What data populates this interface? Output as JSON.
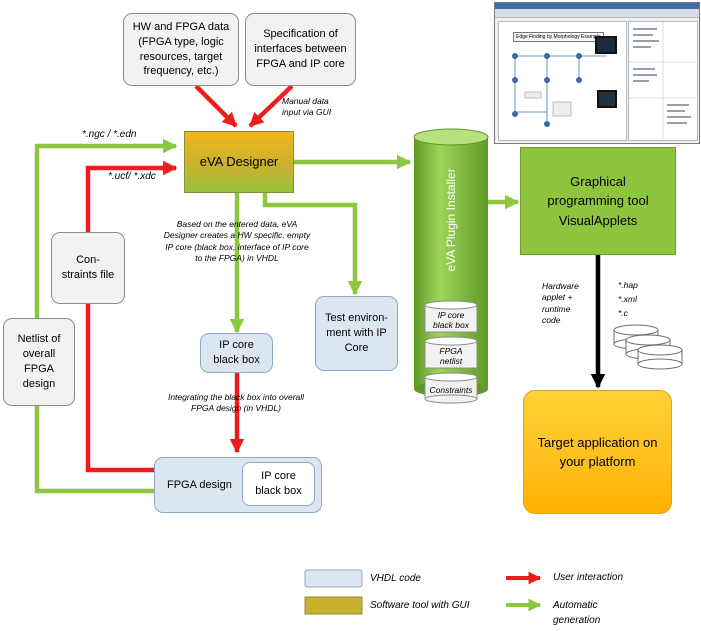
{
  "boxes": {
    "hw_fpga_data": "HW and FPGA data (FPGA type, logic resources, target frequency, etc.)",
    "interface_spec": "Specification of interfaces between FPGA and IP core",
    "eva_designer": "eVA Designer",
    "constraints_file": "Con-straints file",
    "netlist": "Netlist of overall FPGA design",
    "ip_core_black_box": "IP core black box",
    "test_environment": "Test environ-ment with IP Core",
    "fpga_design": "FPGA design",
    "fpga_design_inner": "IP core black box",
    "visualapplets": "Graphical programming tool VisualApplets",
    "target_application": "Target application on your platform"
  },
  "cylinder": {
    "title": "eVA Plugin Installer",
    "items": [
      "IP core black box",
      "FPGA netlist",
      "Constraints"
    ]
  },
  "notes": {
    "manual_input": "Manual data input via GUI",
    "ngc_edn": "*.ngc / *.edn",
    "ucf_xdc": "*.ucf/ *.xdc",
    "designer_creates": "Based on the entered data, eVA Designer creates a HW specific, empty IP core (black box, interface of IP core to the FPGA) in VHDL",
    "integrating": "Integrating the black box into overall FPGA design (in VHDL)",
    "hardware_applet": "Hardware applet + runtime code",
    "file_types": "*.hap *.xml *.c"
  },
  "legend": {
    "vhdl_code": "VHDL code",
    "software_tool": "Software tool with GUI",
    "user_interaction": "User interaction",
    "automatic_generation": "Automatic generation"
  },
  "screenshot": {
    "title": "Edge Finding by Morphology Example"
  },
  "colors": {
    "user_interaction_arrow": "#ee1c1c",
    "automatic_arrow": "#8dc63f",
    "vhdl_box": "#dce6f1",
    "eva_cylinder": "#7dbb36",
    "target_box": "#ffc020"
  }
}
